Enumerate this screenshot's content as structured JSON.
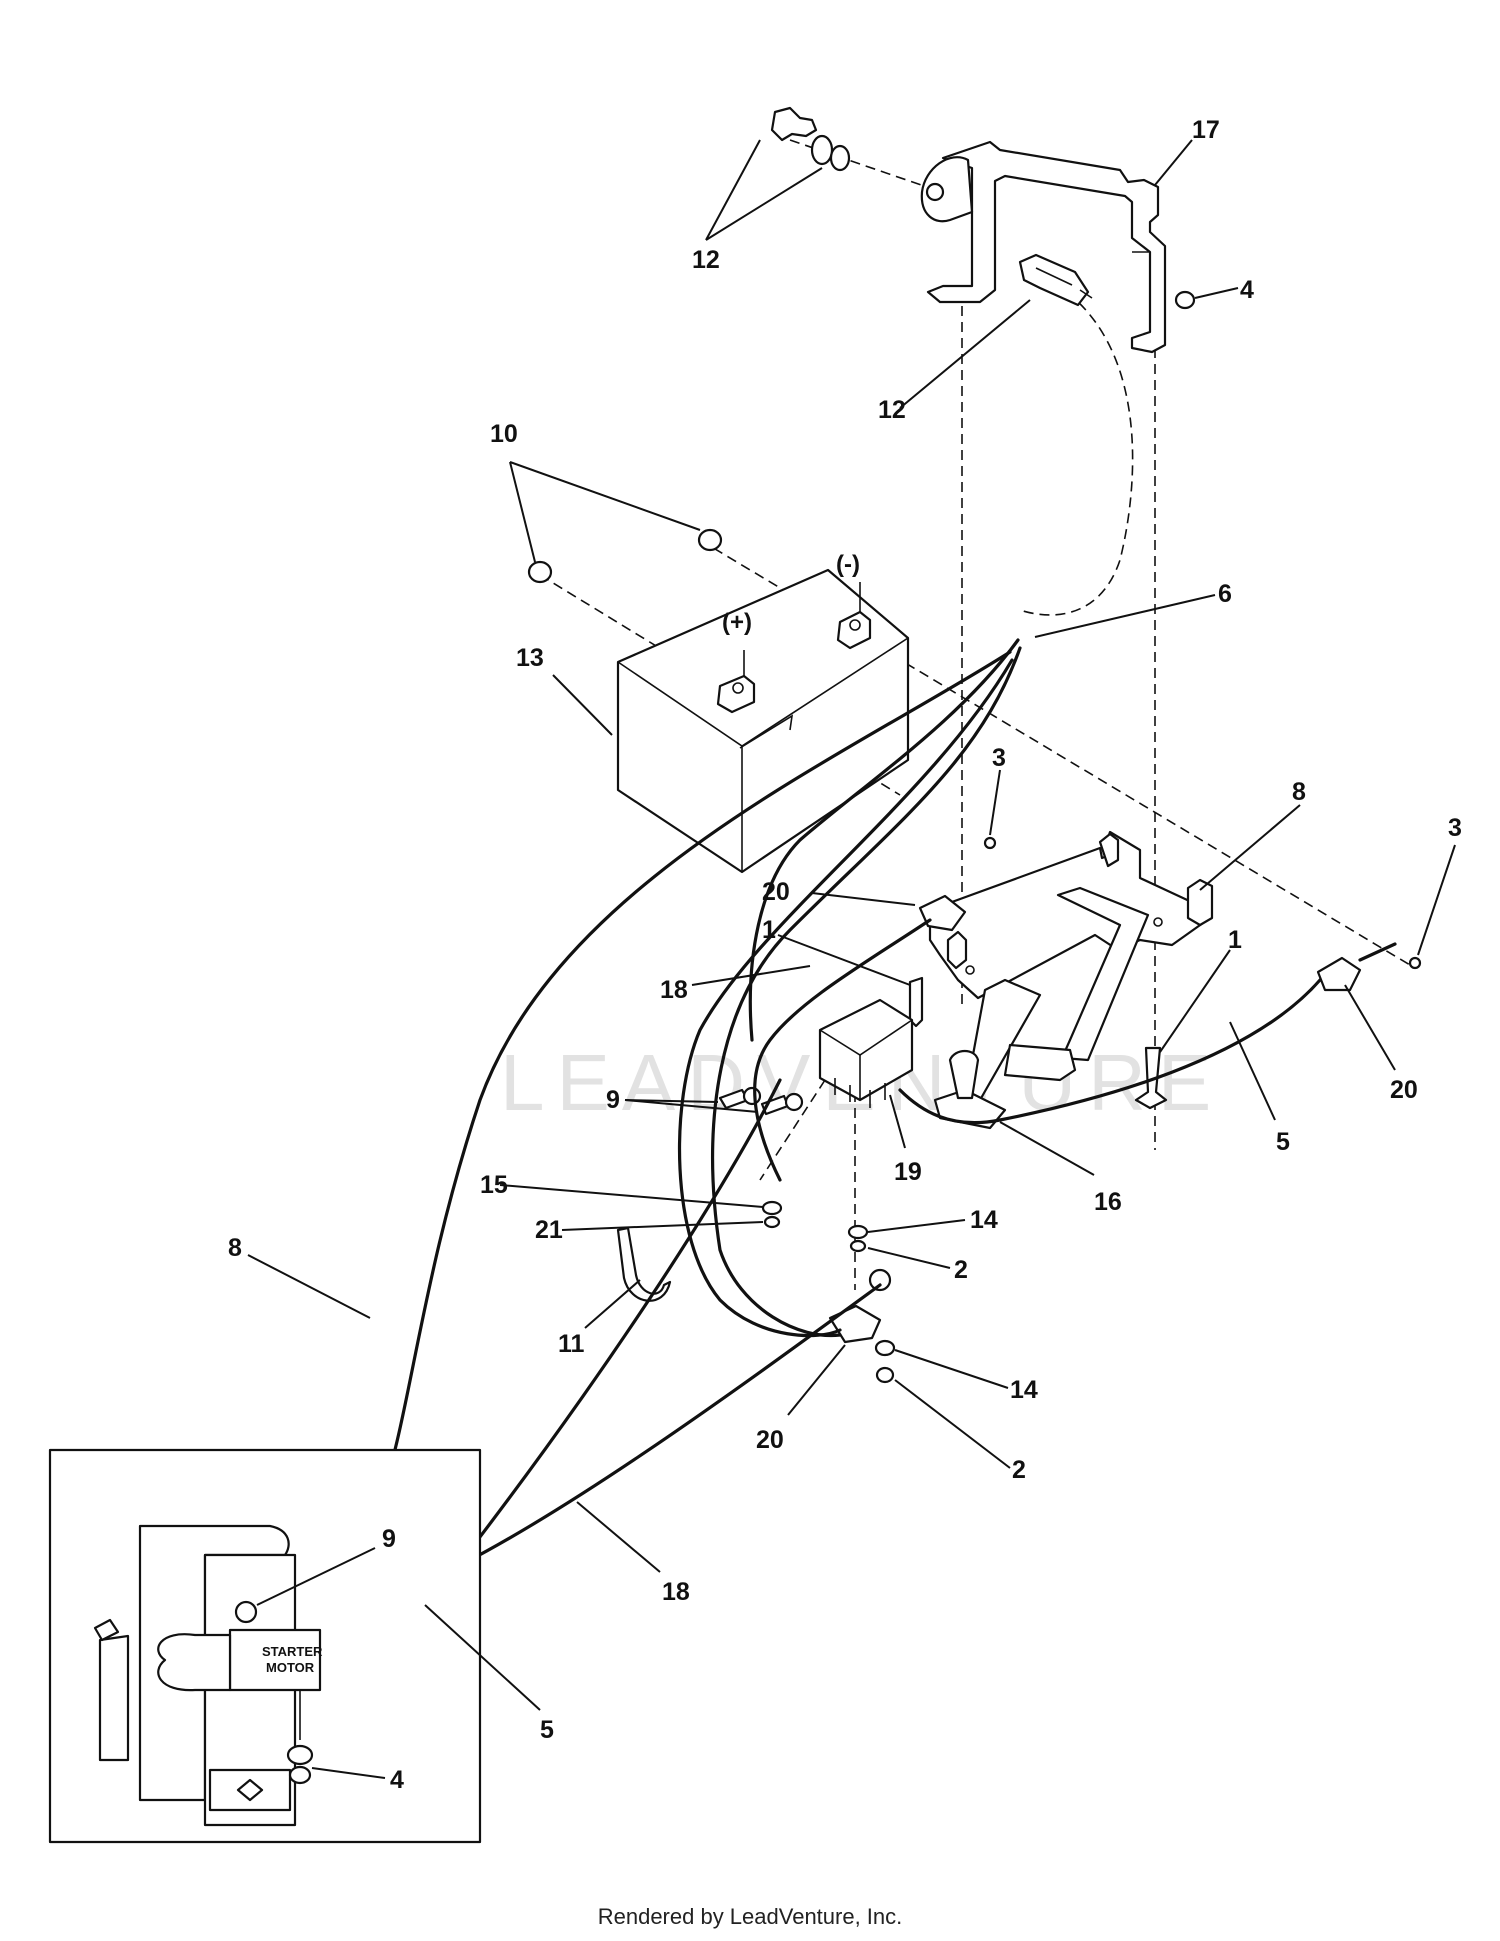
{
  "diagram": {
    "callouts": [
      {
        "label": "17"
      },
      {
        "label": "12"
      },
      {
        "label": "4"
      },
      {
        "label": "12"
      },
      {
        "label": "10"
      },
      {
        "label": "6"
      },
      {
        "label": "13"
      },
      {
        "label": "3"
      },
      {
        "label": "8"
      },
      {
        "label": "3"
      },
      {
        "label": "20"
      },
      {
        "label": "1"
      },
      {
        "label": "1"
      },
      {
        "label": "18"
      },
      {
        "label": "20"
      },
      {
        "label": "9"
      },
      {
        "label": "19"
      },
      {
        "label": "16"
      },
      {
        "label": "5"
      },
      {
        "label": "15"
      },
      {
        "label": "21"
      },
      {
        "label": "14"
      },
      {
        "label": "2"
      },
      {
        "label": "11"
      },
      {
        "label": "8"
      },
      {
        "label": "20"
      },
      {
        "label": "14"
      },
      {
        "label": "2"
      },
      {
        "label": "9"
      },
      {
        "label": "18"
      },
      {
        "label": "5"
      },
      {
        "label": "4"
      }
    ],
    "terminals": {
      "positive": "(+)",
      "negative": "(-)"
    },
    "inset": {
      "starter_line1": "STARTER",
      "starter_line2": "MOTOR"
    },
    "watermark": "LEADVENTURE"
  },
  "footer": {
    "text": "Rendered by LeadVenture, Inc."
  }
}
